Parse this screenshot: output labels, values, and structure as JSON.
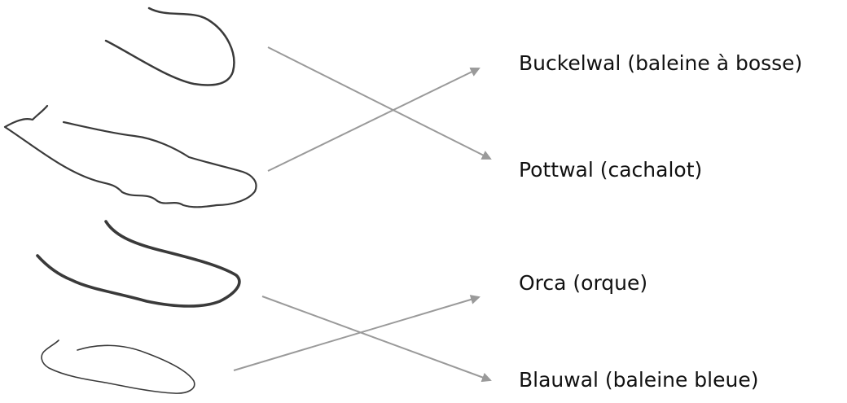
{
  "labels": [
    "Buckelwal (baleine à bosse)",
    "Pottwal (cachalot)",
    "Orca (orque)",
    "Blauwal (baleine bleue)"
  ],
  "connections": [
    {
      "from": "outline-1",
      "to": "Pottwal (cachalot)"
    },
    {
      "from": "outline-2",
      "to": "Buckelwal (baleine à bosse)"
    },
    {
      "from": "outline-3",
      "to": "Blauwal (baleine bleue)"
    },
    {
      "from": "outline-4",
      "to": "Orca (orque)"
    }
  ],
  "colors": {
    "outline": "#3a3a3a",
    "arrow": "#9a9a9a",
    "text": "#111111"
  }
}
